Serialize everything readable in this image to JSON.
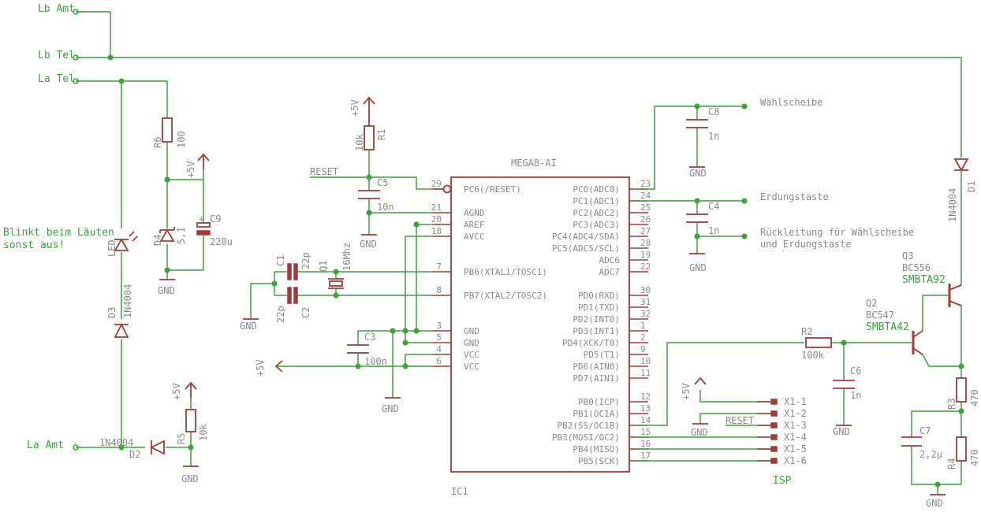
{
  "nets": {
    "lb_amt": "Lb Amt",
    "lb_tel": "Lb Tel",
    "la_tel": "La Tel",
    "la_amt": "La Amt",
    "reset": "RESET",
    "plus5v": "+5V",
    "gnd": "GND",
    "waehlscheibe": "Wählscheibe",
    "erdungstaste": "Erdungstaste",
    "rueck1": "Rückleitung für Wählscheibe",
    "rueck2": "und Erdungstaste"
  },
  "note": {
    "line1": "Blinkt beim Läuten",
    "line2": "sonst aus!"
  },
  "components": {
    "R1": {
      "name": "R1",
      "value": "10k"
    },
    "R2": {
      "name": "R2",
      "value": "100k"
    },
    "R3": {
      "name": "R3",
      "value": "470"
    },
    "R4": {
      "name": "R4",
      "value": "470"
    },
    "R5": {
      "name": "R5",
      "value": "10k"
    },
    "R6": {
      "name": "R6",
      "value": "100"
    },
    "C1": {
      "name": "C1",
      "value": "22p"
    },
    "C2": {
      "name": "C2",
      "value": "22p"
    },
    "C3": {
      "name": "C3",
      "value": "100n"
    },
    "C4": {
      "name": "C4",
      "value": "1n"
    },
    "C5": {
      "name": "C5",
      "value": "10n"
    },
    "C6": {
      "name": "C6",
      "value": "1n"
    },
    "C7": {
      "name": "C7",
      "value": "2,2µ"
    },
    "C8": {
      "name": "C8",
      "value": "1n"
    },
    "C9": {
      "name": "C9",
      "value": "220u",
      "plus": "+"
    },
    "Q1": {
      "name": "Q1",
      "value": "16Mhz"
    },
    "Q2": {
      "name": "Q2",
      "type": "BC547",
      "value": "SMBTA42"
    },
    "Q3": {
      "name": "Q3",
      "type": "BC556",
      "value": "SMBTA92"
    },
    "D1": {
      "name": "D1",
      "value": "1N4004"
    },
    "D2": {
      "name": "D2",
      "value": "1N4004"
    },
    "D3": {
      "name": "D3",
      "value": "1N4004"
    },
    "D4": {
      "name": "D4",
      "value": "5,1"
    },
    "LED": {
      "name": "LED"
    },
    "IC1": {
      "name": "IC1",
      "value": "MEGA8-AI"
    },
    "ISP": {
      "name": "ISP"
    }
  },
  "ic_left_pins": [
    {
      "num": "29",
      "label": "PC6(/RESET)"
    },
    {
      "num": "21",
      "label": "AGND"
    },
    {
      "num": "20",
      "label": "AREF"
    },
    {
      "num": "18",
      "label": "AVCC"
    },
    {
      "num": "7",
      "label": "PB6(XTAL1/TOSC1)"
    },
    {
      "num": "8",
      "label": "PB7(XTAL2/TOSC2)"
    },
    {
      "num": "3",
      "label": "GND"
    },
    {
      "num": "5",
      "label": "GND"
    },
    {
      "num": "4",
      "label": "VCC"
    },
    {
      "num": "6",
      "label": "VCC"
    }
  ],
  "ic_right_pins": [
    {
      "num": "23",
      "label": "PC0(ADC0)"
    },
    {
      "num": "24",
      "label": "PC1(ADC1)"
    },
    {
      "num": "25",
      "label": "PC2(ADC2)"
    },
    {
      "num": "26",
      "label": "PC3(ADC3)"
    },
    {
      "num": "27",
      "label": "PC4(ADC4/SDA)"
    },
    {
      "num": "28",
      "label": "PC5(ADC5/SCL)"
    },
    {
      "num": "19",
      "label": "ADC6"
    },
    {
      "num": "22",
      "label": "ADC7"
    },
    {
      "num": "30",
      "label": "PD0(RXD)"
    },
    {
      "num": "31",
      "label": "PD1(TXD)"
    },
    {
      "num": "32",
      "label": "PD2(INT0)"
    },
    {
      "num": "1",
      "label": "PD3(INT1)"
    },
    {
      "num": "2",
      "label": "PD4(XCK/T0)"
    },
    {
      "num": "9",
      "label": "PD5(T1)"
    },
    {
      "num": "10",
      "label": "PD6(AIN0)"
    },
    {
      "num": "11",
      "label": "PD7(AIN1)"
    },
    {
      "num": "12",
      "label": "PB0(ICP)"
    },
    {
      "num": "13",
      "label": "PB1(OC1A)"
    },
    {
      "num": "14",
      "label": "PB2(SS/OC1B)"
    },
    {
      "num": "15",
      "label": "PB3(MOSI/OC2)"
    },
    {
      "num": "16",
      "label": "PB4(MISO)"
    },
    {
      "num": "17",
      "label": "PB5(SCK)"
    }
  ],
  "isp_pins": [
    "X1-1",
    "X1-2",
    "X1-3",
    "X1-4",
    "X1-5",
    "X1-6"
  ]
}
